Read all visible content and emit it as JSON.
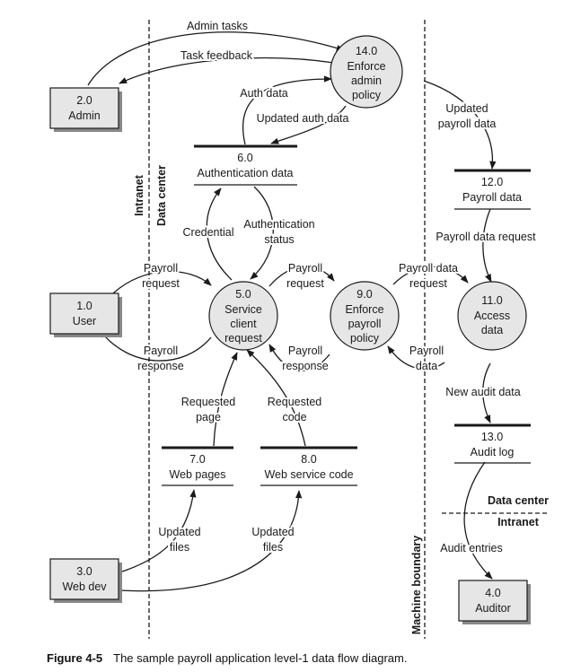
{
  "external_entities": [
    {
      "id": "admin",
      "num": "2.0",
      "label": "Admin"
    },
    {
      "id": "user",
      "num": "1.0",
      "label": "User"
    },
    {
      "id": "webdev",
      "num": "3.0",
      "label": "Web dev"
    },
    {
      "id": "auditor",
      "num": "4.0",
      "label": "Auditor"
    }
  ],
  "processes": [
    {
      "id": "enforce-admin",
      "num": "14.0",
      "lines": [
        "Enforce",
        "admin",
        "policy"
      ]
    },
    {
      "id": "service-client",
      "num": "5.0",
      "lines": [
        "Service",
        "client",
        "request"
      ]
    },
    {
      "id": "enforce-payroll",
      "num": "9.0",
      "lines": [
        "Enforce",
        "payroll",
        "policy"
      ]
    },
    {
      "id": "access-data",
      "num": "11.0",
      "lines": [
        "Access",
        "data"
      ]
    }
  ],
  "data_stores": [
    {
      "id": "auth-data",
      "num": "6.0",
      "label": "Authentication data"
    },
    {
      "id": "payroll-data",
      "num": "12.0",
      "label": "Payroll data"
    },
    {
      "id": "audit-log",
      "num": "13.0",
      "label": "Audit log"
    },
    {
      "id": "web-pages",
      "num": "7.0",
      "label": "Web pages"
    },
    {
      "id": "web-service-code",
      "num": "8.0",
      "label": "Web service code"
    }
  ],
  "flows": [
    {
      "id": "admin-tasks",
      "lines": [
        "Admin tasks"
      ]
    },
    {
      "id": "task-feedback",
      "lines": [
        "Task feedback"
      ]
    },
    {
      "id": "auth-data-flow",
      "lines": [
        "Auth data"
      ]
    },
    {
      "id": "updated-auth-data",
      "lines": [
        "Updated auth data"
      ]
    },
    {
      "id": "updated-payroll-data",
      "lines": [
        "Updated",
        "payroll data"
      ]
    },
    {
      "id": "credential",
      "lines": [
        "Credential"
      ]
    },
    {
      "id": "authentication-status",
      "lines": [
        "Authentication",
        "status"
      ]
    },
    {
      "id": "payroll-data-request-vertical",
      "lines": [
        "Payroll data request"
      ]
    },
    {
      "id": "payroll-request-user",
      "lines": [
        "Payroll",
        "request"
      ]
    },
    {
      "id": "payroll-response-user",
      "lines": [
        "Payroll",
        "response"
      ]
    },
    {
      "id": "payroll-request-mid",
      "lines": [
        "Payroll",
        "request"
      ]
    },
    {
      "id": "payroll-response-mid",
      "lines": [
        "Payroll",
        "response"
      ]
    },
    {
      "id": "payroll-data-request-mid",
      "lines": [
        "Payroll data",
        "request"
      ]
    },
    {
      "id": "payroll-data-mid",
      "lines": [
        "Payroll",
        "data"
      ]
    },
    {
      "id": "requested-page",
      "lines": [
        "Requested",
        "page"
      ]
    },
    {
      "id": "requested-code",
      "lines": [
        "Requested",
        "code"
      ]
    },
    {
      "id": "new-audit-data",
      "lines": [
        "New audit data"
      ]
    },
    {
      "id": "audit-entries",
      "lines": [
        "Audit entries"
      ]
    },
    {
      "id": "updated-files-1",
      "lines": [
        "Updated",
        "files"
      ]
    },
    {
      "id": "updated-files-2",
      "lines": [
        "Updated",
        "files"
      ]
    }
  ],
  "boundaries": {
    "intranet_left": "Intranet",
    "data_center_left": "Data center",
    "machine_boundary": "Machine boundary",
    "data_center_right": "Data center",
    "intranet_right": "Intranet"
  },
  "caption": {
    "figure_number": "Figure 4-5",
    "text": "The sample payroll application level-1 data flow diagram."
  }
}
